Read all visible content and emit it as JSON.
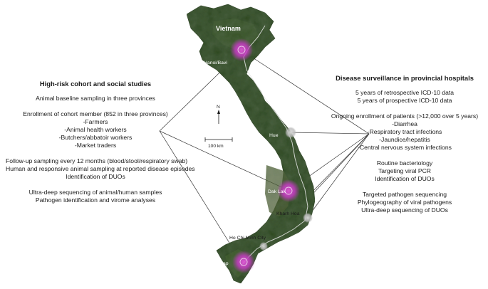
{
  "map": {
    "country_label": "Vietnam",
    "scale_label": "100 km",
    "north_label": "N",
    "colors": {
      "land": "#2f4a22",
      "land_dark": "#22371a",
      "highlands": "#4a5a2c",
      "site_major": "#c13bbf",
      "site_minor": "#b9b9b9",
      "route": "#e8e8e8",
      "connector": "#333333"
    },
    "sites": [
      {
        "name": "Hanoi/Bavi",
        "type": "major"
      },
      {
        "name": "Hue",
        "type": "minor"
      },
      {
        "name": "Dak Lak",
        "type": "major"
      },
      {
        "name": "Kharh Hoa",
        "type": "minor"
      },
      {
        "name": "Ho Chi Minh City",
        "type": "minor"
      },
      {
        "name": "Dong Thap",
        "type": "major"
      }
    ]
  },
  "left_panel": {
    "heading": "High-risk cohort and social studies",
    "paragraphs": [
      [
        "Animal baseline sampling in three provinces"
      ],
      [
        "Enrollment of cohort member (852 in three provinces)",
        "-Farmers",
        "-Animal health workers",
        "-Butchers/abbatoir workers",
        "-Market traders"
      ],
      [
        "Follow-up sampling every 12 months (blood/stool/respiratory swab)",
        "Human and responsive animal sampling at reported disease episodes",
        "Identification of DUOs"
      ],
      [
        "Ultra-deep sequencing of animal/human samples",
        "Pathogen identification and virome analyses"
      ]
    ]
  },
  "right_panel": {
    "heading": "Disease surveillance in provincial hospitals",
    "paragraphs": [
      [
        "5 years of retrospective ICD-10 data",
        "5 years of prospective ICD-10 data"
      ],
      [
        "Ongoing enrollment of patients (>12,000 over 5 years)",
        "-Diarrhea",
        "-Respiratory tract infections",
        "-Jaundice/hepatitis",
        "-Central nervous system infections"
      ],
      [
        "Routine bacteriology",
        "Targeting viral PCR",
        "Identification of DUOs"
      ],
      [
        "Targeted pathogen sequencing",
        "Phylogeography of viral pathogens",
        "Ultra-deep sequencing of DUOs"
      ]
    ]
  }
}
